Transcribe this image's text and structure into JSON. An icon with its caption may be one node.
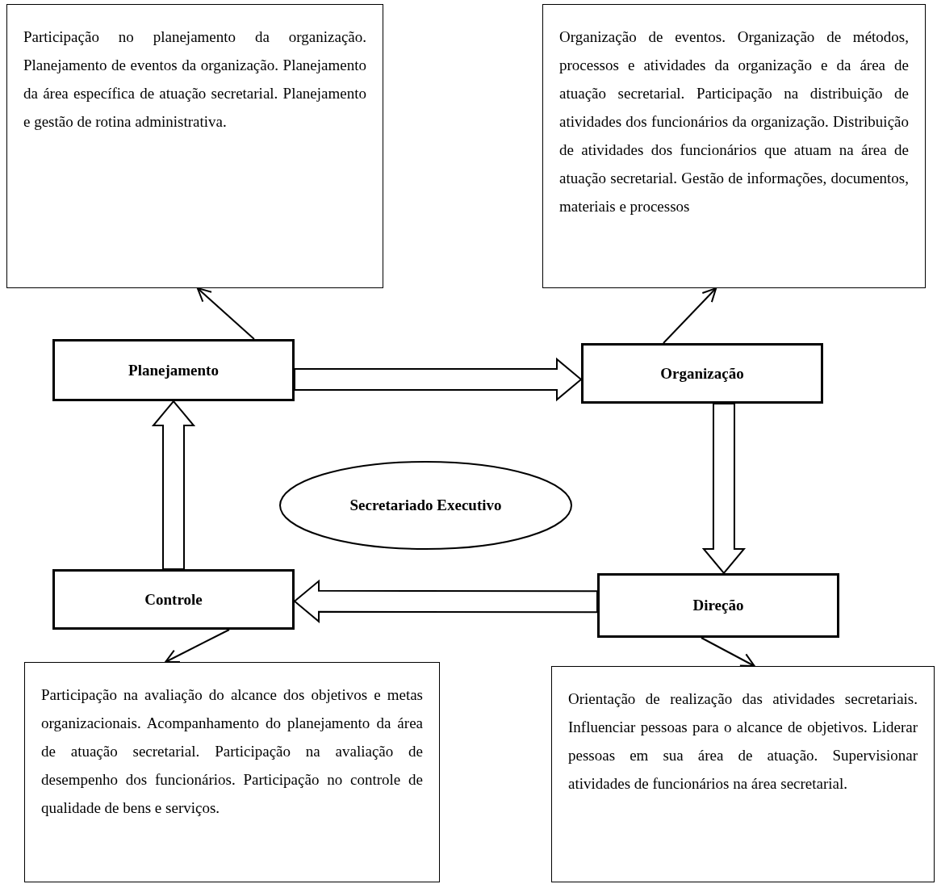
{
  "diagram": {
    "nodes": [
      {
        "text": [
          "Participação no planejamento da organização. Planejamento de eventos da organização. Planejamento da área específica de atuação secretarial. Planejamento e gestão de rotina administrativa."
        ]
      },
      {
        "text": [
          "Organização de eventos. Organização de métodos, processos e atividades da organização e da área de atuação secretarial. Participação na distribuição de atividades dos funcionários da organização. Distribuição de atividades dos funcionários que atuam na área de atuação secretarial. Gestão de informações, documentos, materiais e processos"
        ]
      },
      {
        "text": [
          "Planejamento"
        ]
      },
      {
        "text": [
          "Organização"
        ]
      },
      {
        "text": [
          "Secretariado Executivo"
        ]
      },
      {
        "text": [
          "Controle"
        ]
      },
      {
        "text": [
          "Direção"
        ]
      },
      {
        "text": [
          "Participação na avaliação do alcance dos objetivos e metas organizacionais. Acompanhamento do planejamento da área de atuação secretarial. Participação na avaliação de desempenho dos funcionários. Participação no controle de qualidade de bens e serviços."
        ]
      },
      {
        "text": [
          "Orientação de realização das atividades secretariais. Influenciar pessoas para o alcance de objetivos. Liderar pessoas em sua área de atuação. Supervisionar atividades de funcionários na área secretarial."
        ]
      }
    ],
    "edges": [
      {
        "from": 2,
        "to": 0,
        "arrow": "to"
      },
      {
        "from": 3,
        "to": 1,
        "arrow": "to"
      },
      {
        "from": 2,
        "to": 3,
        "arrow": "to",
        "style": "thick"
      },
      {
        "from": 3,
        "to": 6,
        "arrow": "to",
        "style": "thick"
      },
      {
        "from": 6,
        "to": 5,
        "arrow": "to",
        "style": "thick"
      },
      {
        "from": 5,
        "to": 2,
        "arrow": "to",
        "style": "thick"
      },
      {
        "from": 5,
        "to": 7,
        "arrow": "to"
      },
      {
        "from": 6,
        "to": 8,
        "arrow": "to"
      }
    ]
  }
}
